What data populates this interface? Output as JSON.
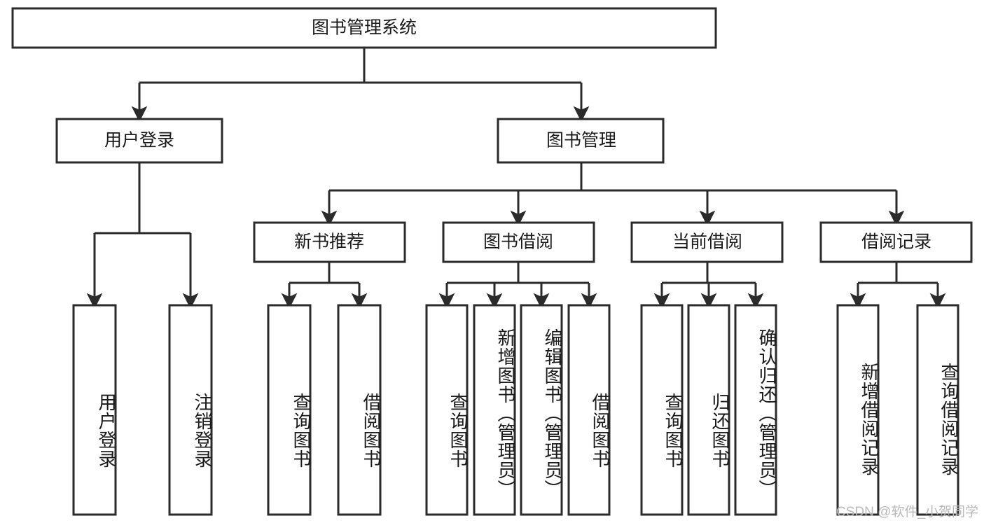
{
  "diagram": {
    "title": "图书管理系统",
    "type": "tree-hierarchy",
    "root": {
      "label": "图书管理系统"
    },
    "level2": [
      {
        "label": "用户登录"
      },
      {
        "label": "图书管理"
      }
    ],
    "level3": [
      {
        "label": "新书推荐"
      },
      {
        "label": "图书借阅"
      },
      {
        "label": "当前借阅"
      },
      {
        "label": "借阅记录"
      }
    ],
    "leaves": {
      "user_login": [
        {
          "label": "用户登录"
        },
        {
          "label": "注销登录"
        }
      ],
      "new_book_recommend": [
        {
          "label": "查询图书"
        },
        {
          "label": "借阅图书"
        }
      ],
      "book_borrow": [
        {
          "label": "查询图书"
        },
        {
          "label": "新增图书（管理员）"
        },
        {
          "label": "编辑图书（管理员）"
        },
        {
          "label": "借阅图书"
        }
      ],
      "current_borrow": [
        {
          "label": "查询图书"
        },
        {
          "label": "归还图书"
        },
        {
          "label": "确认归还（管理员）"
        }
      ],
      "borrow_record": [
        {
          "label": "新增借阅记录"
        },
        {
          "label": "查询借阅记录"
        }
      ]
    },
    "watermark": "CSDN @软件_小贺同学",
    "colors": {
      "stroke": "#2b2b2b",
      "fill": "#ffffff",
      "text": "#1a1a1a",
      "watermark": "#b9b9b9"
    }
  }
}
